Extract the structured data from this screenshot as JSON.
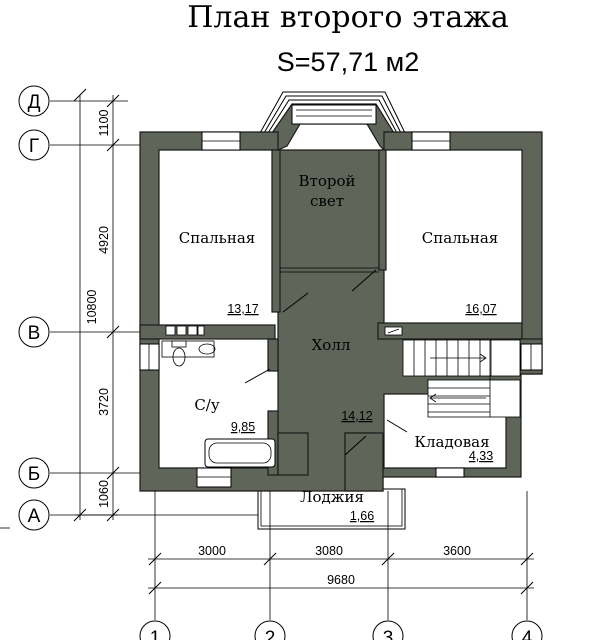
{
  "title": "План второго этажа",
  "area_label": "S=57,71 м2",
  "rooms": [
    {
      "name": "Спальная",
      "area": "13,17"
    },
    {
      "name": "Второй свет",
      "area": ""
    },
    {
      "name": "Спальная",
      "area": "16,07"
    },
    {
      "name": "Холл",
      "area": "14,12"
    },
    {
      "name": "С/у",
      "area": "9,85"
    },
    {
      "name": "Кладовая",
      "area": "4,33"
    },
    {
      "name": "Лоджия",
      "area": "1,66"
    }
  ],
  "second_light": {
    "line1": "Второй",
    "line2": "свет"
  },
  "axes_letters": [
    "Д",
    "Г",
    "В",
    "Б",
    "А"
  ],
  "axes_numbers": [
    "1",
    "2",
    "3",
    "4"
  ],
  "dims_vertical": [
    "1100",
    "4920",
    "3720",
    "1060"
  ],
  "dims_vertical_total": "10800",
  "dims_horizontal": [
    "3000",
    "3080",
    "3600"
  ],
  "dims_horizontal_total": "9680",
  "colors": {
    "wall": "#5f6659",
    "line": "#000000",
    "background": "#ffffff"
  }
}
